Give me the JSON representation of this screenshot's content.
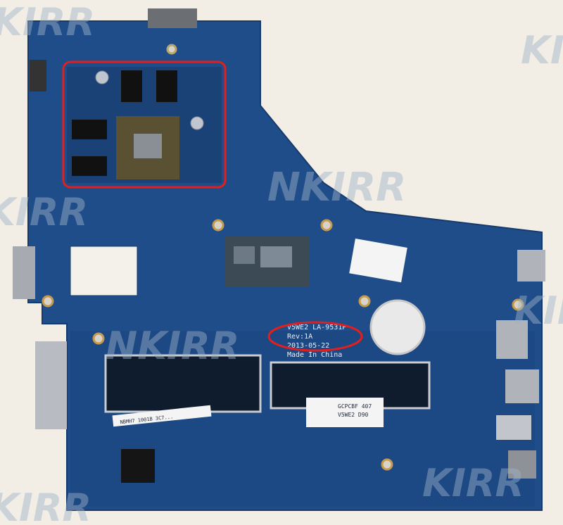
{
  "watermark": {
    "text": "KIRR",
    "text_mid": "NKIRR"
  },
  "board": {
    "silkscreen": {
      "line1": "V5WE2  LA-9531P",
      "line2": "Rev:1A",
      "line3": "2013-05-22",
      "line4": "Made In China"
    },
    "sticker": {
      "code1": "GCPCBF 407",
      "code2": "V5WE2 D90"
    },
    "memory_label": "NBMH7 1001B 3C7..."
  },
  "annotations": {
    "gpu_highlight_color": "#e0201e",
    "text_highlight_color": "#e0201e"
  },
  "colors": {
    "pcb": "#1f4d8a",
    "pcb_dark": "#163a6c",
    "background": "#f2eee6"
  }
}
